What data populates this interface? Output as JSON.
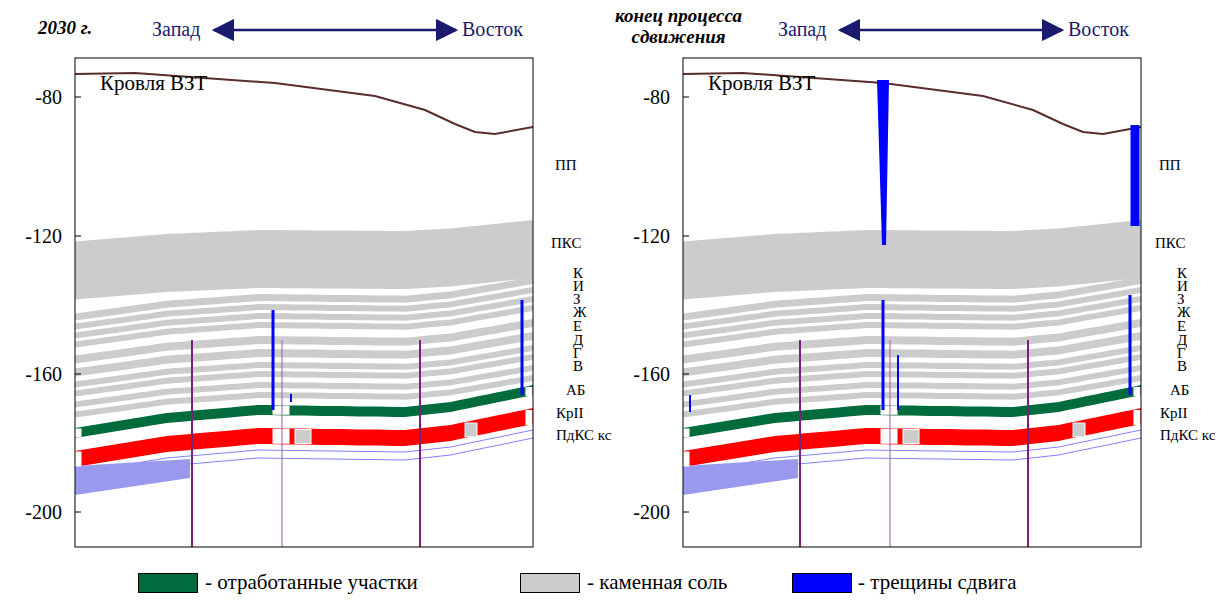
{
  "diagram": {
    "labels": [
      "2030 г.",
      "Запад",
      "Восток",
      "Кровля ВЗТ",
      "-80",
      "-120",
      "-160",
      "-200",
      "ПП",
      "ПКС",
      "К",
      "И",
      "З",
      "Ж",
      "Е",
      "Д",
      "Г",
      "В",
      "АБ",
      "КрII",
      "ПдКС кс",
      "конец процесса сдвижения",
      "Запад",
      "Восток",
      "Кровля ВЗТ",
      "-80",
      "-120",
      "-160",
      "-200",
      "ПП",
      "ПКС",
      "К",
      "И",
      "З",
      "Ж",
      "Е",
      "Д",
      "Г",
      "В",
      "АБ",
      "КрII",
      "ПдКС кс"
    ],
    "legend": [
      {
        "text": "- отработанные участки",
        "color": "#006b3c"
      },
      {
        "text": "- каменная соль",
        "color": "#cccccc"
      },
      {
        "text": "- трещины сдвига",
        "color": "#0000ff"
      }
    ]
  }
}
